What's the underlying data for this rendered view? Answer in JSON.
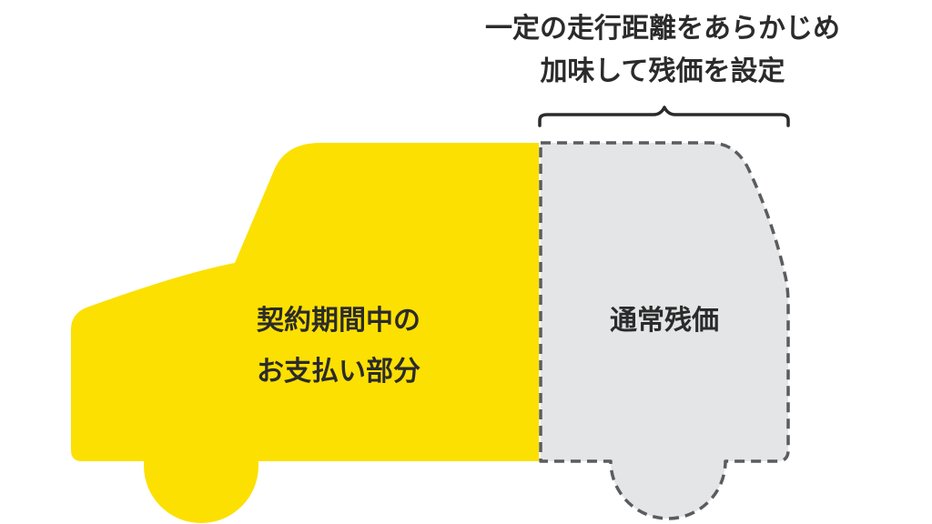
{
  "annotation": {
    "line1": "一定の走行距離をあらかじめ",
    "line2": "加味して残価を設定"
  },
  "left_section": {
    "line1": "契約期間中の",
    "line2": "お支払い部分",
    "color": "#FCE002"
  },
  "right_section": {
    "label": "通常残価",
    "fill": "#E4E5E6",
    "stroke": "#5A5C60"
  },
  "text_color": "#2B2B2B"
}
